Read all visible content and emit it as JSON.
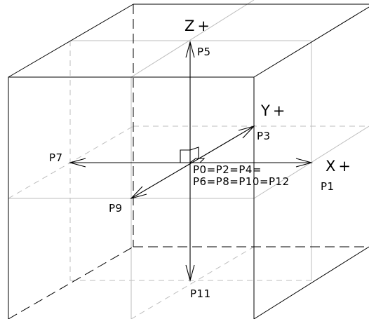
{
  "diagram": {
    "axes": {
      "x_label": "X+",
      "y_label": "Y+",
      "z_label": "Z+"
    },
    "points": {
      "origin_line1": "P0=P2=P4=",
      "origin_line2": "P6=P8=P10=P12",
      "p1": "P1",
      "p3": "P3",
      "p5": "P5",
      "p7": "P7",
      "p9": "P9",
      "p11": "P11"
    }
  }
}
